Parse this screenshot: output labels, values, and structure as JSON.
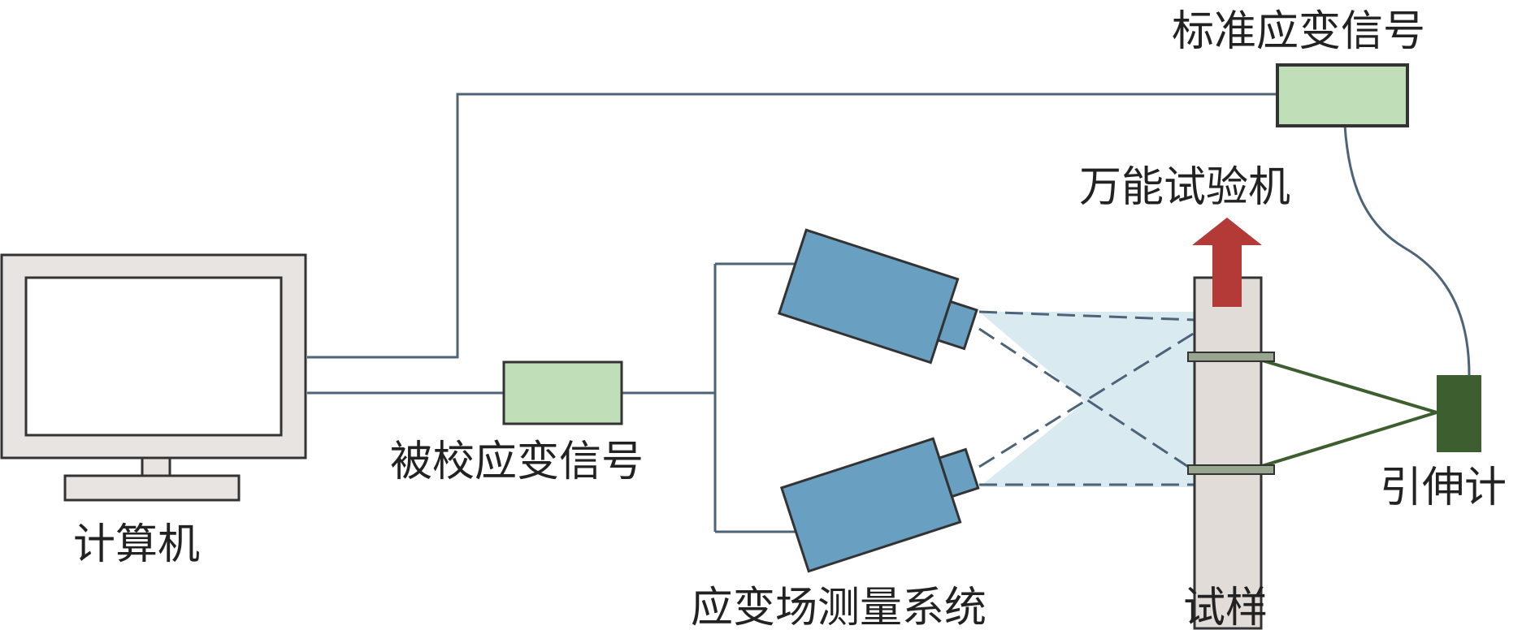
{
  "labels": {
    "computer": "计算机",
    "calibrated_signal": "被校应变信号",
    "standard_signal": "标准应变信号",
    "testing_machine": "万能试验机",
    "strain_field_system": "应变场测量系统",
    "specimen": "试样",
    "extensometer": "引伸计"
  },
  "colors": {
    "monitor_frame": "#e8e4e1",
    "signal_box": "#c0dfb8",
    "camera": "#69a0c2",
    "specimen": "#e2dcd8",
    "arrow": "#b33a36",
    "extensometer": "#3d5e2e",
    "field_of_view": "#d2e6ef",
    "wire": "#4d6378"
  }
}
